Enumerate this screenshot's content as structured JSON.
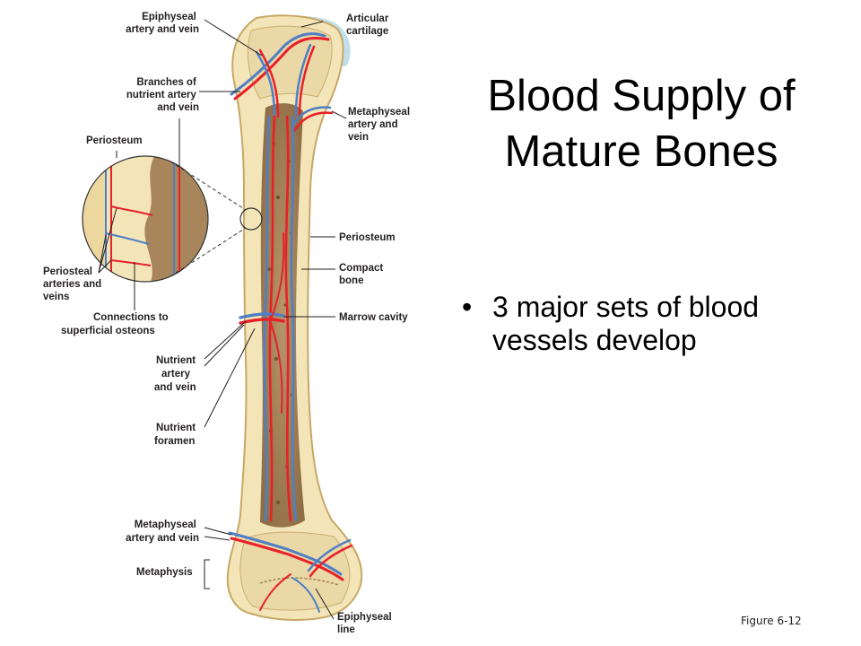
{
  "slide": {
    "title": "Blood Supply of Mature Bones",
    "bullets": [
      "3 major sets of blood vessels develop"
    ],
    "figure_ref": "Figure 6-12"
  },
  "labels": {
    "epiphyseal_vessels": [
      "Epiphyseal",
      "artery and vein"
    ],
    "articular_cartilage": [
      "Articular",
      "cartilage"
    ],
    "branches_nutrient": [
      "Branches of",
      "nutrient artery",
      "and vein"
    ],
    "metaphyseal_upper": [
      "Metaphyseal",
      "artery and",
      "vein"
    ],
    "periosteum_inset": [
      "Periosteum"
    ],
    "periosteum": [
      "Periosteum"
    ],
    "compact_bone": [
      "Compact",
      "bone"
    ],
    "periosteal_vessels": [
      "Periosteal",
      "arteries and",
      "veins"
    ],
    "marrow_cavity": [
      "Marrow cavity"
    ],
    "connections": [
      "Connections to",
      "superficial osteons"
    ],
    "nutrient_vessels": [
      "Nutrient",
      "artery",
      "and vein"
    ],
    "nutrient_foramen": [
      "Nutrient",
      "foramen"
    ],
    "metaphyseal_lower": [
      "Metaphyseal",
      "artery and vein"
    ],
    "metaphysis": [
      "Metaphysis"
    ],
    "epiphyseal_line": [
      "Epiphyseal",
      "line"
    ]
  },
  "colors": {
    "artery": "#e8202a",
    "vein": "#4f7fc4",
    "compact_bone": "#f3e5b8",
    "marrow": "#a8855a",
    "cartilage": "#bfe0ea"
  }
}
